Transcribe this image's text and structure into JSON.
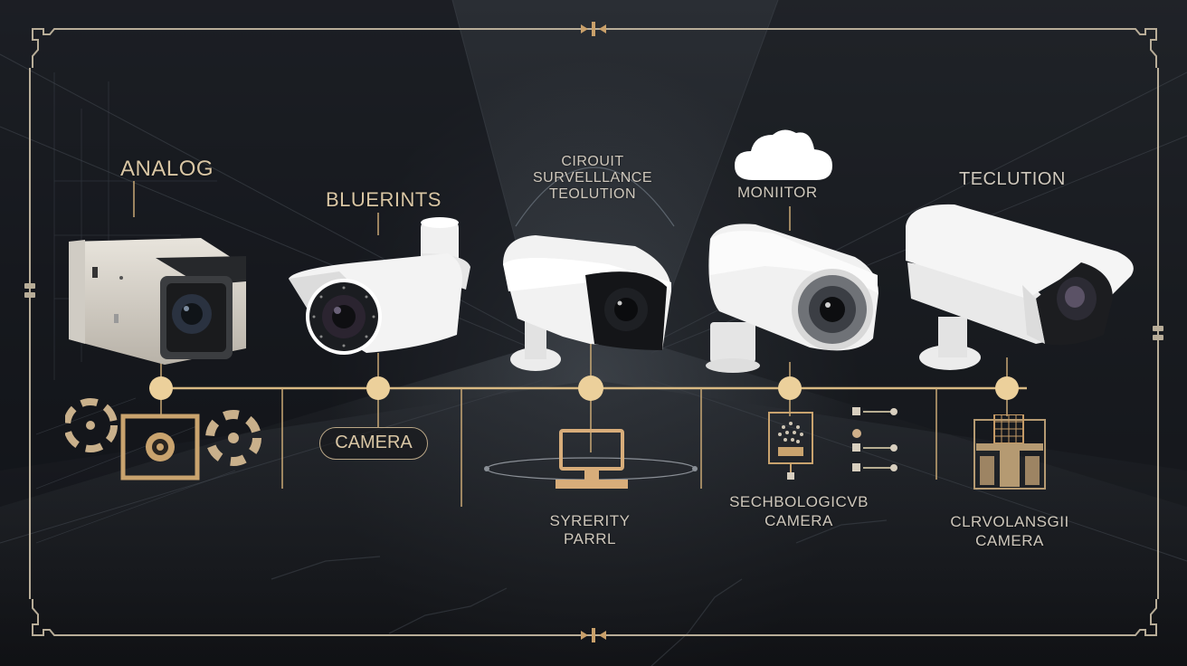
{
  "infographic": {
    "colors": {
      "gold": "#e6c994",
      "gold_line": "#c9a875",
      "label_text": "#d9c6a4",
      "frame": "#b8ad98",
      "background": "#1d2025"
    },
    "top_labels": {
      "analog": "ANALOG",
      "blueprints": "BLUERINTS",
      "center_line1": "CIROUIT",
      "center_line2": "SURVELLLANCE",
      "center_line3": "TEOLUTION",
      "monitor": "MONIITOR",
      "teclution": "TECLUTION"
    },
    "bottom_labels": {
      "camera_pill": "CAMERA",
      "syrerity_line1": "SYRERITY",
      "syrerity_line2": "PARRL",
      "sechbologic_line1": "SECHBOLOGICVB",
      "sechbologic_line2": "CAMERA",
      "clrvolansgii_line1": "CLRVOLANSGII",
      "clrvolansgii_line2": "CAMERA"
    },
    "timeline": {
      "nodes": [
        178,
        418,
        653,
        873,
        1113
      ],
      "dividers": [
        312,
        510,
        775,
        1035
      ]
    },
    "icons": [
      "fan-icon-left",
      "camera-box-icon",
      "fan-icon-right",
      "cloud-icon",
      "monitor-icon",
      "circuit-chip-icon",
      "slider-settings-icon",
      "building-blueprint-icon"
    ],
    "cameras": [
      "box-camera-analog",
      "bullet-camera-ir",
      "bullet-camera-compact",
      "bullet-camera-dome-lens",
      "bullet-camera-hooded"
    ]
  }
}
